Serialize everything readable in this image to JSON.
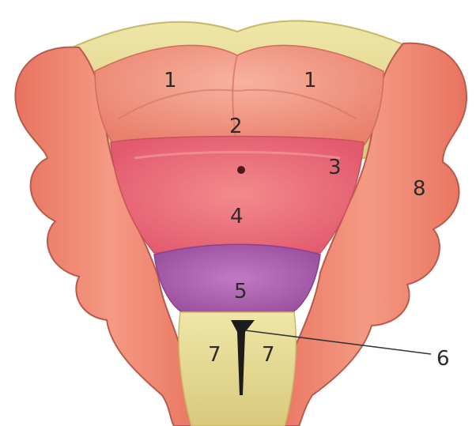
{
  "diagram": {
    "labels": [
      {
        "id": "1a",
        "text": "1"
      },
      {
        "id": "1b",
        "text": "1"
      },
      {
        "id": "2",
        "text": "2"
      },
      {
        "id": "3",
        "text": "3"
      },
      {
        "id": "4",
        "text": "4"
      },
      {
        "id": "5",
        "text": "5"
      },
      {
        "id": "6",
        "text": "6"
      },
      {
        "id": "7a",
        "text": "7"
      },
      {
        "id": "7b",
        "text": "7"
      },
      {
        "id": "8",
        "text": "8"
      }
    ]
  },
  "colors": {
    "membrane_yellow": "#e8dc9a",
    "region_salmon": "#f0927d",
    "region_pink": "#ee6f7b",
    "region_purple": "#b066b4",
    "lateral_tissue": "#ef8670",
    "outline": "#b85a4d",
    "pointer_line": "#333333"
  }
}
